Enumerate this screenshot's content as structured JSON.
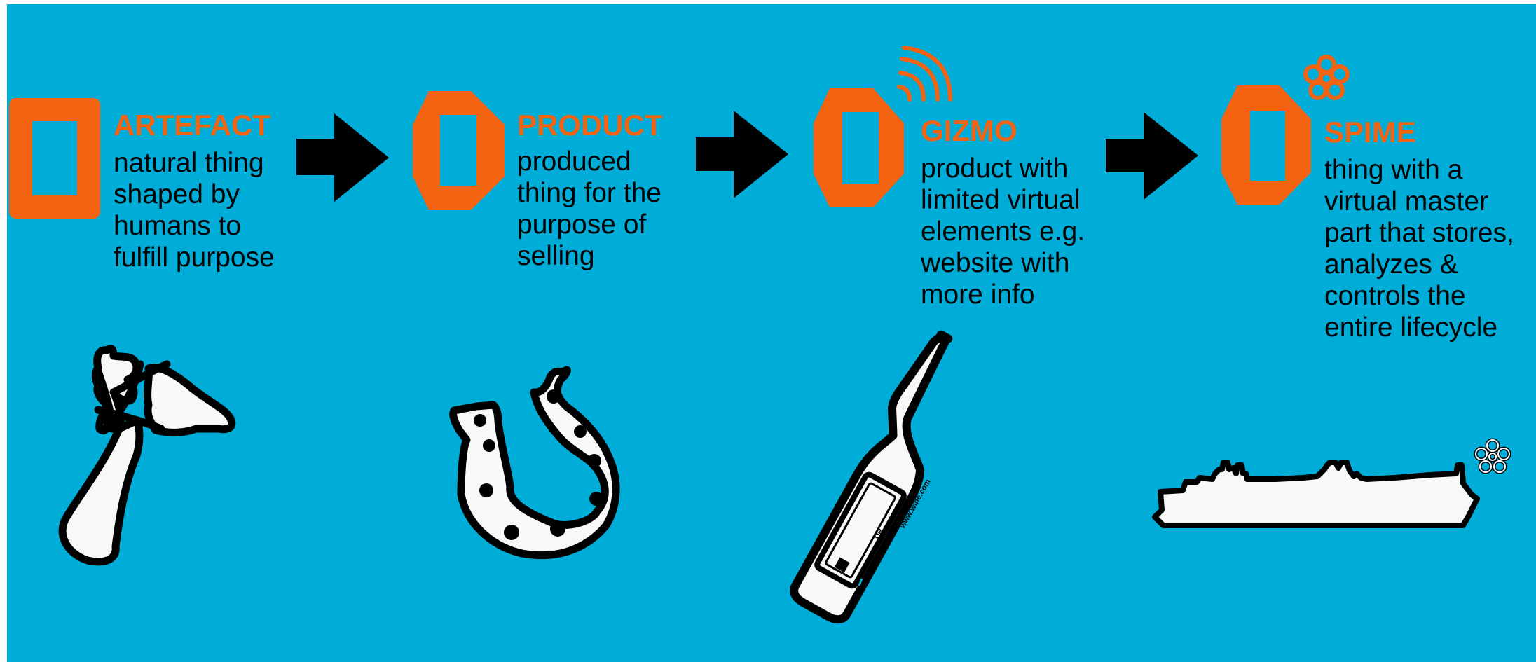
{
  "colors": {
    "background": "#00acd8",
    "accent": "#f46311",
    "arrow": "#000000",
    "illustration_fill": "#f7f8f8"
  },
  "stages": [
    {
      "title": "ARTEFACT",
      "description": "natural thing\nshaped by\nhumans to\nfulfill purpose",
      "illustration": "stone-axe"
    },
    {
      "title": "PRODUCT",
      "description": "produced\nthing for the\npurpose of\nselling",
      "illustration": "horseshoe"
    },
    {
      "title": "GIZMO",
      "description": "product with\nlimited virtual\nelements e.g.\nwebsite with\nmore info",
      "illustration": "wine-bottle"
    },
    {
      "title": "SPIME",
      "description": "thing with a\nvirtual master\npart that stores,\nanalyzes &\ncontrols the\nentire lifecycle",
      "illustration": "cargo-ship"
    }
  ],
  "icons": {
    "stage_markers": [
      "rectangle-frame-icon",
      "octagon-frame-icon",
      "octagon-frame-icon",
      "octagon-frame-icon"
    ],
    "gizmo_extra": "wifi-signal-icon",
    "spime_extra": "flower-network-icon",
    "arrow": "right-arrow-icon"
  },
  "bottle_label": {
    "url": "www.wine.com",
    "code": "QR"
  }
}
